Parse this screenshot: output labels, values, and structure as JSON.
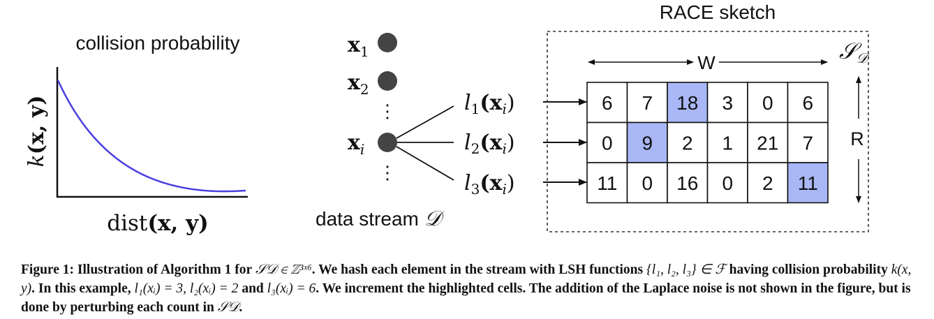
{
  "left_panel": {
    "title": "collision probability",
    "ylabel_func": "k",
    "ylabel_args": "(x, y)",
    "xlabel_func": "dist",
    "xlabel_args": "(x, y)",
    "curve_color": "#4a3ee0"
  },
  "stream": {
    "label": "data stream",
    "symbol": "𝒟",
    "points": [
      {
        "base": "x",
        "sub": "1"
      },
      {
        "base": "x",
        "sub": "2"
      },
      {
        "base": "x",
        "sub": "i"
      }
    ],
    "ellipsis": "⋮",
    "hashes": [
      {
        "fn": "l",
        "sub": "1",
        "arg": "(x",
        "argsub": "i",
        "close": ")"
      },
      {
        "fn": "l",
        "sub": "2",
        "arg": "(x",
        "argsub": "i",
        "close": ")"
      },
      {
        "fn": "l",
        "sub": "3",
        "arg": "(x",
        "argsub": "i",
        "close": ")"
      }
    ]
  },
  "sketch": {
    "title": "RACE sketch",
    "symbol": "𝒮",
    "symbol_sub": "𝒟",
    "width_label": "W",
    "rows_label": "R",
    "highlight_color": "#a9b7f6",
    "grid": [
      [
        "6",
        "7",
        "18",
        "3",
        "0",
        "6"
      ],
      [
        "0",
        "9",
        "2",
        "1",
        "21",
        "7"
      ],
      [
        "11",
        "0",
        "16",
        "0",
        "2",
        "11"
      ]
    ],
    "highlighted": [
      [
        0,
        2
      ],
      [
        1,
        1
      ],
      [
        2,
        5
      ]
    ]
  },
  "caption": {
    "fig": "Figure 1:",
    "s1": "Illustration of Algorithm 1 for",
    "s1_math": "𝒮𝒟 ∈ ℤ³ˣ⁶",
    "s2": ". We hash each element in the stream with LSH functions",
    "s2_math": "{l₁, l₂, l₃} ∈ ℱ",
    "s3": "having collision probability",
    "s3_math": "k(x, y)",
    "s4": ". In this example,",
    "s4_math": "l₁(xᵢ) = 3, l₂(xᵢ) = 2",
    "s5": "and",
    "s5_math": "l₃(xᵢ) = 6",
    "s6": ". We increment the highlighted cells. The addition of the Laplace noise is not shown in the figure, but is done by perturbing each count in",
    "s6_math": "𝒮𝒟",
    "s7": "."
  }
}
